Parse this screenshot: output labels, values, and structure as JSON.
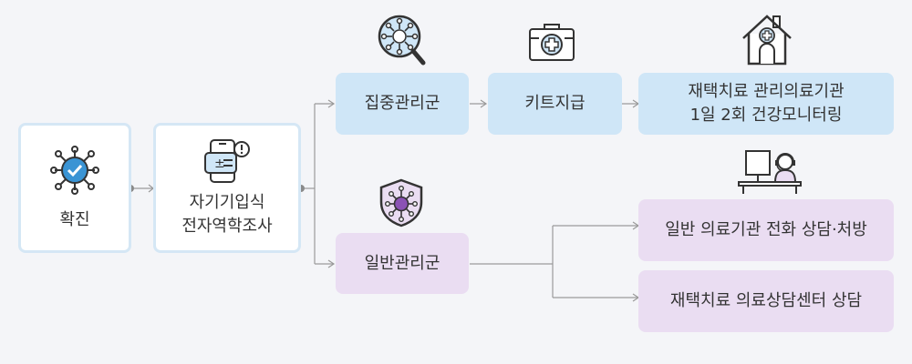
{
  "nodes": {
    "confirmed": "확진",
    "self_report_line1": "자기기입식",
    "self_report_line2": "전자역학조사",
    "intensive_group": "집중관리군",
    "kit_supply": "키트지급",
    "home_care_line1": "재택치료 관리의료기관",
    "home_care_line2": "1일 2회 건강모니터링",
    "general_group": "일반관리군",
    "clinic_phone": "일반 의료기관 전화 상담·처방",
    "consult_center": "재택치료 의료상담센터 상담"
  },
  "colors": {
    "white_box_border": "#d5e7f5",
    "blue_box": "#cfe6f7",
    "purple_box": "#eaddf2",
    "connector": "#9a9a9a",
    "icon_blue": "#3a94d4",
    "icon_purple": "#8b52b5"
  },
  "icons": [
    "virus-check-icon",
    "phone-checklist-icon",
    "magnifier-virus-icon",
    "medical-kit-icon",
    "home-hospital-icon",
    "shield-virus-icon",
    "phone-consultant-icon"
  ]
}
